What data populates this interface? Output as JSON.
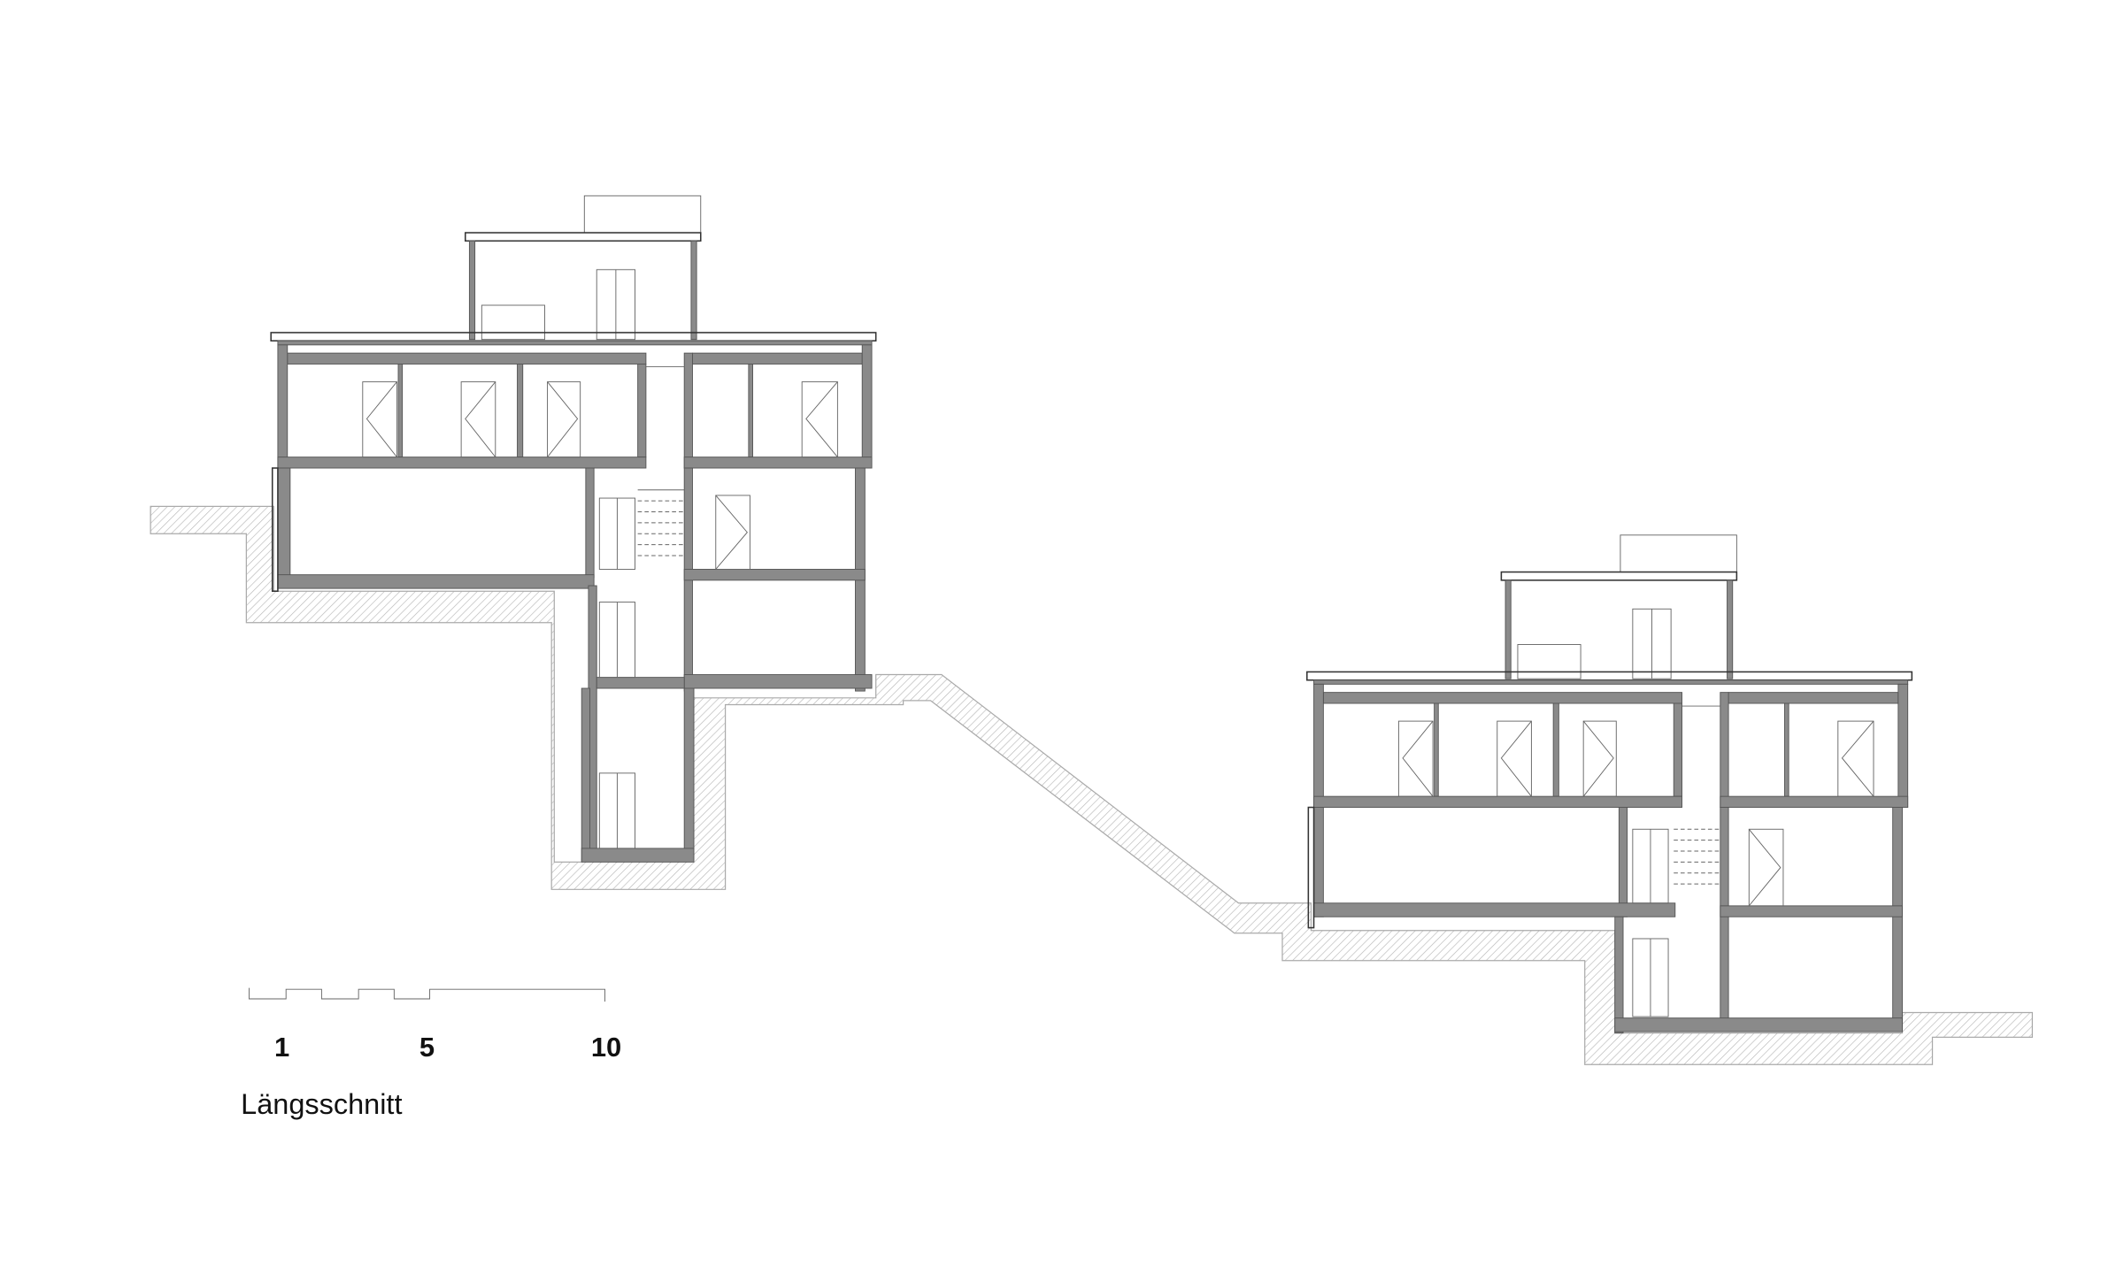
{
  "drawing": {
    "title": "Längsschnitt",
    "scale_bar": {
      "labels": [
        "1",
        "5",
        "10"
      ],
      "unit_segments": 5
    },
    "colors": {
      "wall_fill": "#8a8a8a",
      "line": "#333333",
      "earth_hatch": "#aaaaaa"
    }
  }
}
